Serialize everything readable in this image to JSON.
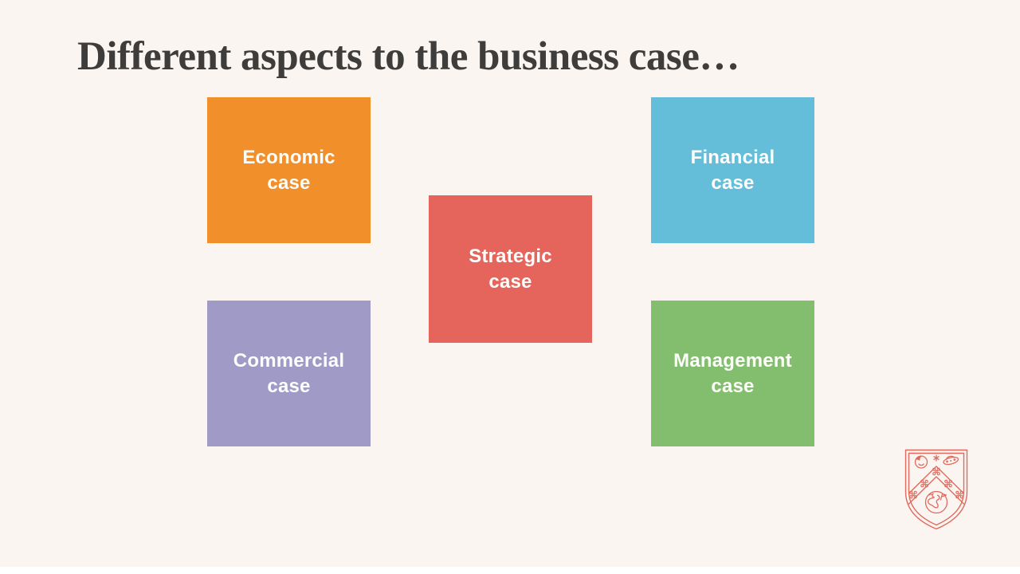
{
  "slide": {
    "title": "Different aspects to the business case…",
    "background_color": "#FAF5F0",
    "title_color": "#3F3D3C",
    "footer_strip_color": "#FFFFFF"
  },
  "boxes": [
    {
      "id": "economic",
      "label": "Economic\ncase",
      "color": "#F1902A"
    },
    {
      "id": "financial",
      "label": "Financial\ncase",
      "color": "#64BED9"
    },
    {
      "id": "strategic",
      "label": "Strategic\ncase",
      "color": "#E5655C"
    },
    {
      "id": "commercial",
      "label": "Commercial\ncase",
      "color": "#A09AC6"
    },
    {
      "id": "management",
      "label": "Management\ncase",
      "color": "#83BE6E"
    }
  ],
  "logo": {
    "name": "university-crest",
    "color": "#E16A5E"
  }
}
